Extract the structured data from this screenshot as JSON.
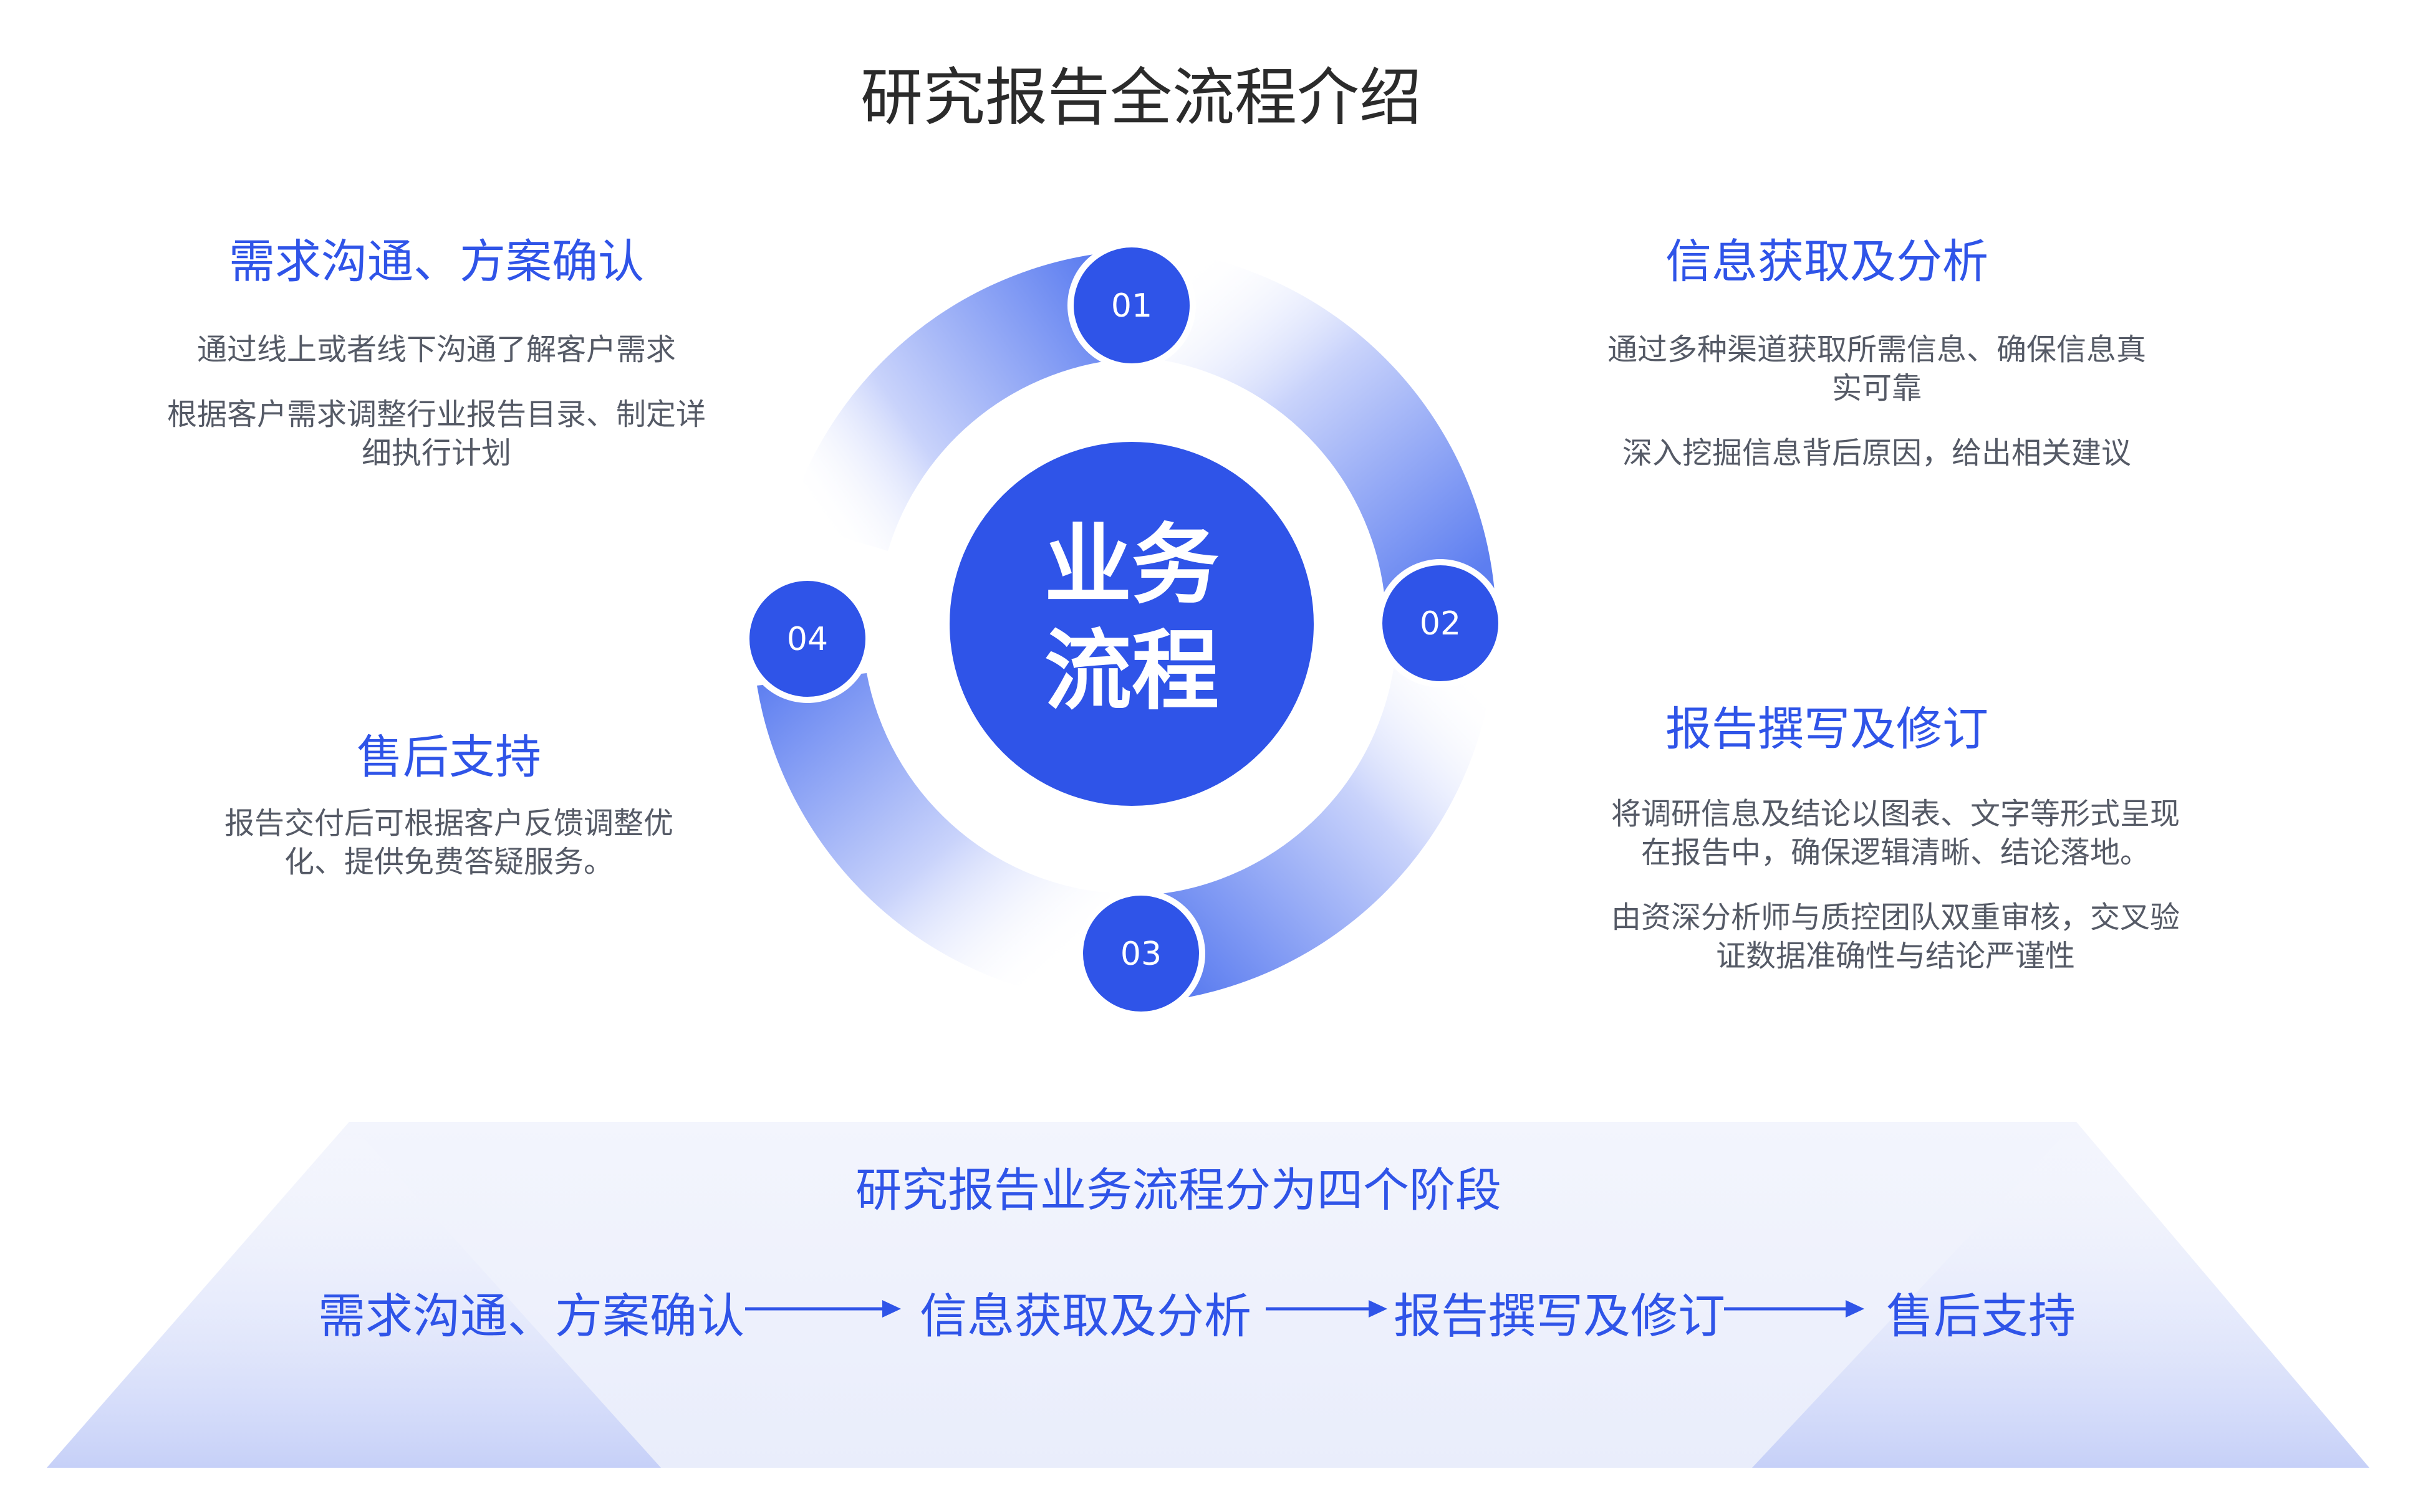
{
  "title": "研究报告全流程介绍",
  "center": {
    "line1": "业务",
    "line2": "流程"
  },
  "stages": [
    {
      "number": "01",
      "title": "需求沟通、方案确认",
      "desc": [
        "通过线上或者线下沟通了解客户需求",
        "根据客户需求调整行业报告目录、制定详细执行计划"
      ]
    },
    {
      "number": "02",
      "title": "信息获取及分析",
      "desc": [
        "通过多种渠道获取所需信息、确保信息真实可靠",
        "深入挖掘信息背后原因，给出相关建议"
      ]
    },
    {
      "number": "03",
      "title": "报告撰写及修订",
      "desc": [
        "将调研信息及结论以图表、文字等形式呈现在报告中，确保逻辑清晰、结论落地。",
        "由资深分析师与质控团队双重审核，交叉验证数据准确性与结论严谨性"
      ]
    },
    {
      "number": "04",
      "title": "售后支持",
      "desc": [
        "报告交付后可根据客户反馈调整优化、提供免费答疑服务。"
      ]
    }
  ],
  "bottom": {
    "heading": "研究报告业务流程分为四个阶段",
    "flow": [
      "需求沟通、方案确认",
      "信息获取及分析",
      "报告撰写及修订",
      "售后支持"
    ]
  },
  "colors": {
    "primary": "#2f54e8",
    "text": "#2b2b2b",
    "desc": "#555a66",
    "panel": "#eef1fc"
  }
}
